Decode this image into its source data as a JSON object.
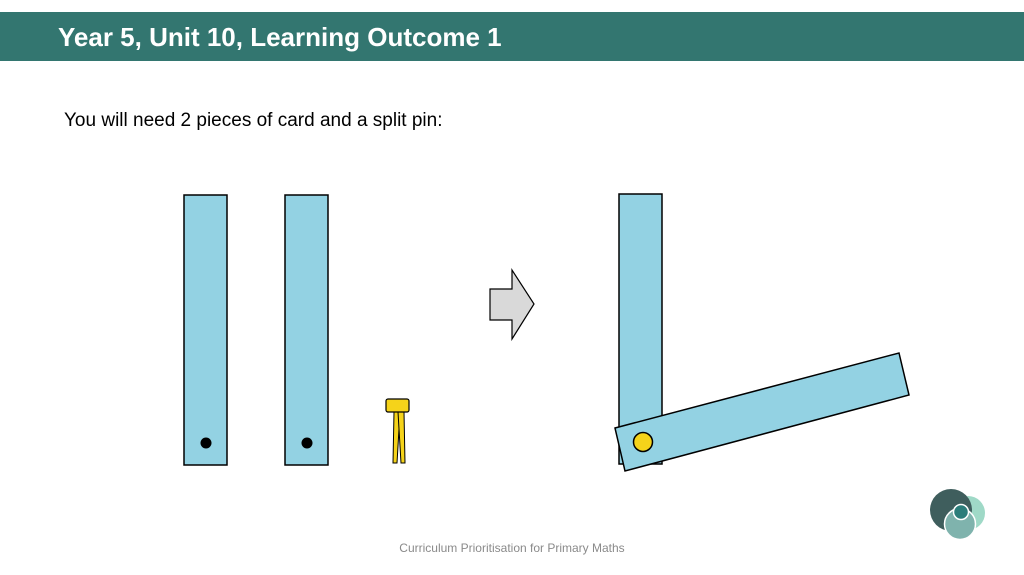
{
  "header": {
    "title": "Year 5, Unit 10, Learning Outcome 1"
  },
  "main": {
    "instruction": "You will need 2 pieces of card and a split pin:"
  },
  "footer": {
    "text": "Curriculum Prioritisation for Primary Maths"
  },
  "colors": {
    "header_background": "#337670",
    "card_fill": "#93d2e3",
    "split_pin_fill": "#f5d31a",
    "arrow_fill": "#d9d9d9"
  },
  "icons": {
    "logo": "overlapping-circles-logo",
    "arrow": "right-arrow-icon"
  }
}
